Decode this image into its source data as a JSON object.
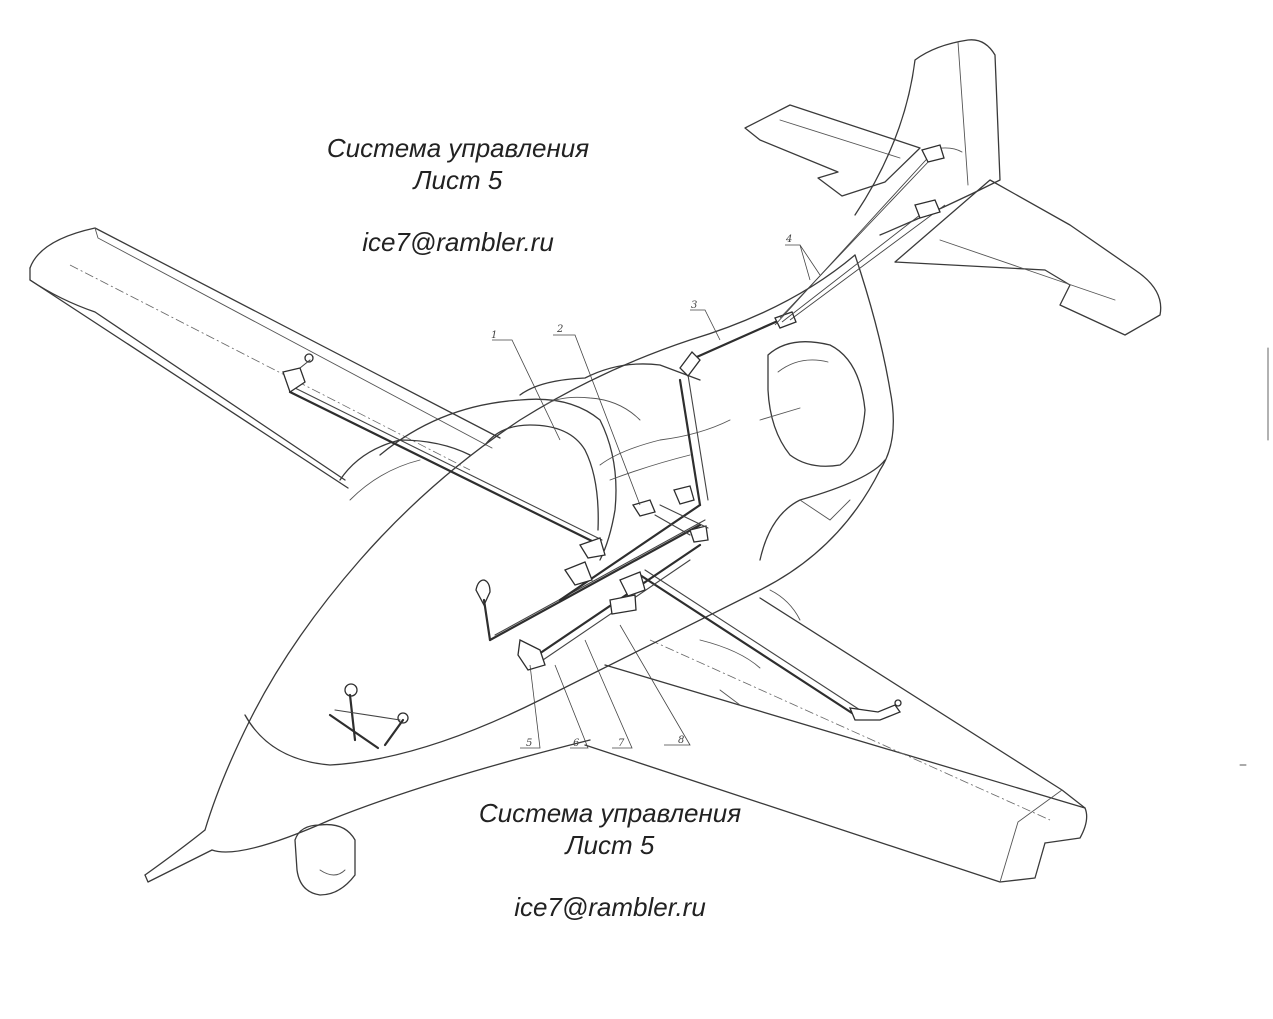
{
  "caption_top": {
    "title": "Система управления",
    "sheet": "Лист 5",
    "email": "ice7@rambler.ru"
  },
  "caption_bottom": {
    "title": "Система управления",
    "sheet": "Лист 5",
    "email": "ice7@rambler.ru"
  },
  "part_labels": [
    "1",
    "2",
    "3",
    "4",
    "5",
    "6",
    "7",
    "8"
  ]
}
